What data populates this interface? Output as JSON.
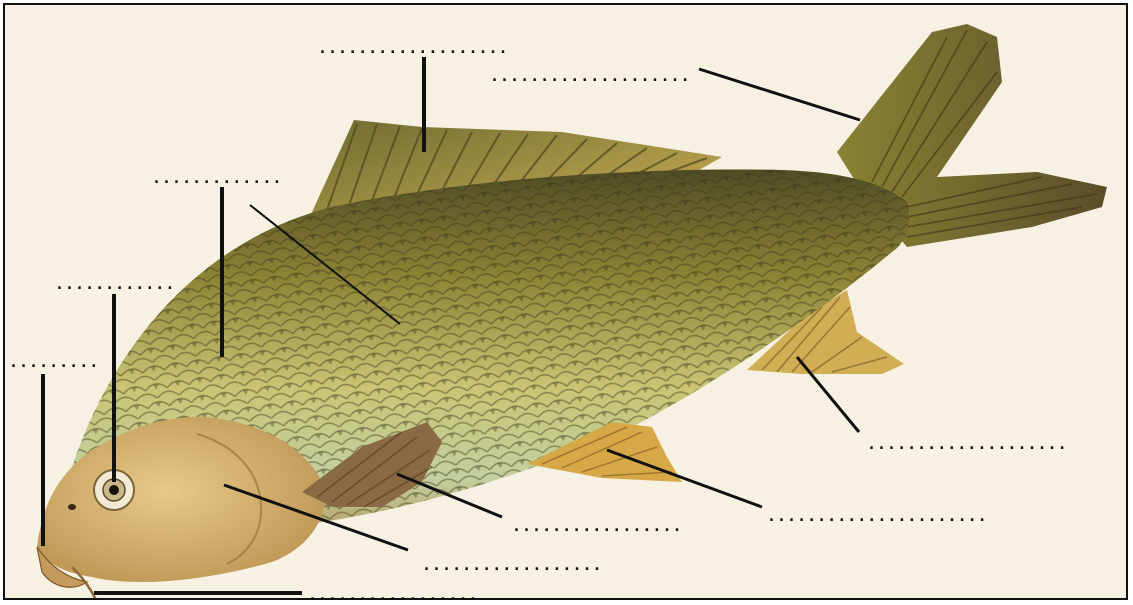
{
  "diagram": {
    "subject": "",
    "label_blanks": [
      {
        "id": "dorsal-fin",
        "text": ""
      },
      {
        "id": "caudal-fin",
        "text": ""
      },
      {
        "id": "lateral-line",
        "text": ""
      },
      {
        "id": "eye",
        "text": ""
      },
      {
        "id": "nostril",
        "text": ""
      },
      {
        "id": "anal-fin",
        "text": ""
      },
      {
        "id": "pelvic-fin",
        "text": ""
      },
      {
        "id": "pectoral-fin",
        "text": ""
      },
      {
        "id": "operculum",
        "text": ""
      },
      {
        "id": "barbel",
        "text": ""
      }
    ]
  },
  "colors": {
    "paper": "#f7f1e3",
    "body_dark": "#5d5a2c",
    "body_mid": "#a59b45",
    "body_light": "#d8d68a",
    "belly": "#c9d7a6",
    "fin": "#c7a548",
    "head": "#d7b36f",
    "leader_line": "#111111"
  }
}
